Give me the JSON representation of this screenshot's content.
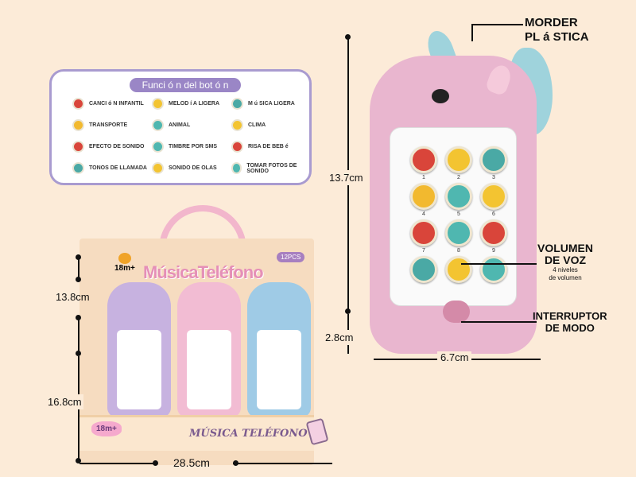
{
  "legend": {
    "title": "Funci ó n del bot ó n",
    "items": [
      {
        "label": "CANCI ó N INFANTIL",
        "icon": "music-note-icon",
        "color": "#d9453a"
      },
      {
        "label": "MELOD í A LIGERA",
        "icon": "piano-icon",
        "color": "#f3c431"
      },
      {
        "label": "M ú SICA LIGERA",
        "icon": "moon-icon",
        "color": "#4aa9a5"
      },
      {
        "label": "TRANSPORTE",
        "icon": "car-icon",
        "color": "#f2b92f"
      },
      {
        "label": "ANIMAL",
        "icon": "cat-icon",
        "color": "#4fb7b0"
      },
      {
        "label": "CLIMA",
        "icon": "cloud-icon",
        "color": "#f3c431"
      },
      {
        "label": "EFECTO DE SONIDO",
        "icon": "bell-icon",
        "color": "#d9453a"
      },
      {
        "label": "TIMBRE POR SMS",
        "icon": "chat-icon",
        "color": "#4fb7b0"
      },
      {
        "label": "RISA DE BEB é",
        "icon": "baby-icon",
        "color": "#d9453a"
      },
      {
        "label": "TONOS DE LLAMADA",
        "icon": "phone-icon",
        "color": "#4aa9a5"
      },
      {
        "label": "SONIDO DE OLAS",
        "icon": "wave-icon",
        "color": "#f3c431"
      },
      {
        "label": "TOMAR FOTOS DE SONIDO",
        "icon": "camera-icon",
        "color": "#4fb7b0"
      }
    ]
  },
  "phone": {
    "numbers": [
      "1",
      "2",
      "3",
      "4",
      "5",
      "6",
      "7",
      "8",
      "9",
      "",
      "",
      ""
    ],
    "callouts": {
      "horn": "MORDER\nPL á STICA",
      "horn_l1": "MORDER",
      "horn_l2": "PL á STICA",
      "volume_l1": "VOLUMEN",
      "volume_l2": "DE VOZ",
      "volume_sub1": "4 niveles",
      "volume_sub2": "de volumen",
      "mode_l1": "INTERRUPTOR",
      "mode_l2": "DE MODO"
    },
    "dims": {
      "height": "13.7cm",
      "bottom": "2.8cm",
      "width": "6.7cm"
    }
  },
  "box": {
    "age": "18m+",
    "title": "MúsicaTeléfono",
    "pcs": "12PCS",
    "front_age": "18m+",
    "front_title": "MÚSICA TELÉFONO",
    "dims": {
      "upper": "13.8cm",
      "lower": "16.8cm",
      "width": "28.5cm"
    }
  }
}
